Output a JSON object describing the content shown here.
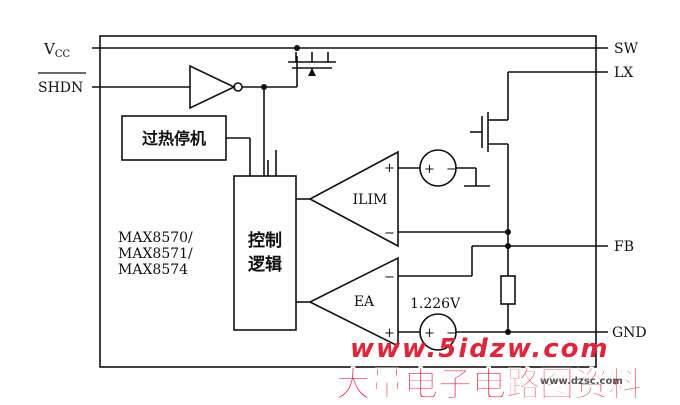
{
  "pins": {
    "vcc": "V",
    "vcc_sub": "CC",
    "shdn": "SHDN",
    "sw": "SW",
    "lx": "LX",
    "fb": "FB",
    "gnd": "GND"
  },
  "blocks": {
    "thermal": "过热停机",
    "control_line1": "控制",
    "control_line2": "逻辑",
    "ilim": "ILIM",
    "ea": "EA"
  },
  "part_numbers": [
    "MAX8570/",
    "MAX8571/",
    "MAX8574"
  ],
  "reference_voltage": "1.226V",
  "signs": {
    "plus": "+",
    "minus": "−"
  },
  "watermark": {
    "url": "www.5idzw.com",
    "title": "大量电子电路图资料",
    "small": "www.dzsc.com"
  },
  "colors": {
    "line": "#111111",
    "watermark_red": "#e0243a",
    "watermark_shadow": "#cfcfcf"
  }
}
